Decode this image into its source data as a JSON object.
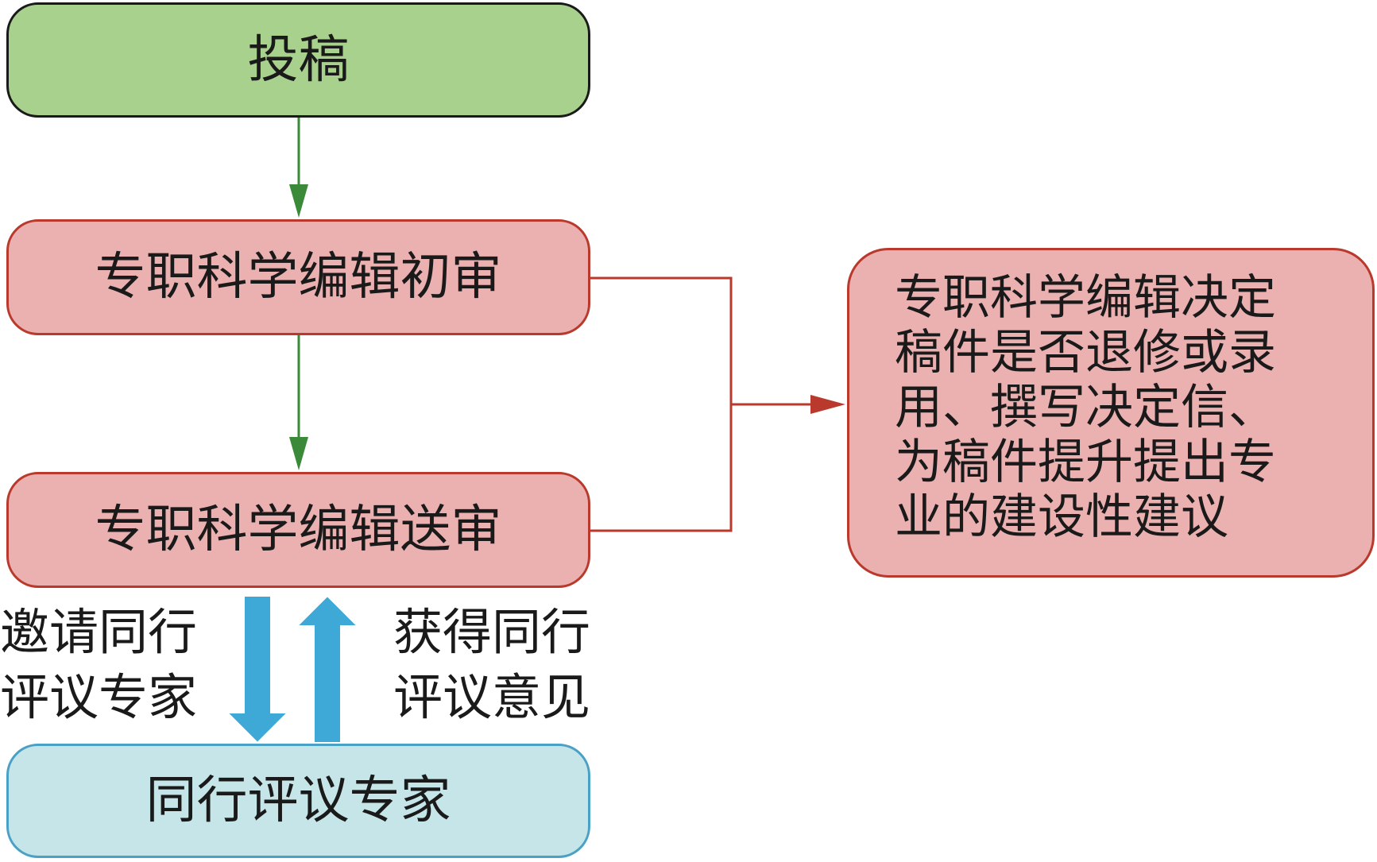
{
  "steps": {
    "submit": "投稿",
    "initial_review": "专职科学编辑初审",
    "send_review": "专职科学编辑送审",
    "experts": "同行评议专家"
  },
  "decision": {
    "lines": [
      "专职科学编辑决定",
      "稿件是否退修或录",
      "用、撰写决定信、",
      "为稿件提升提出专",
      "业的建设性建议"
    ]
  },
  "labels": {
    "invite": [
      "邀请同行",
      "评议专家"
    ],
    "obtain": [
      "获得同行",
      "评议意见"
    ]
  },
  "colors": {
    "submit_fill": "#a9d18e",
    "editor_fill": "#ebb0b0",
    "editor_border": "#b93a2c",
    "expert_fill": "#c5e5e8",
    "expert_border": "#4aa1c6",
    "arrow_green": "#3a8a3a",
    "arrow_blue": "#3ea9d6"
  }
}
